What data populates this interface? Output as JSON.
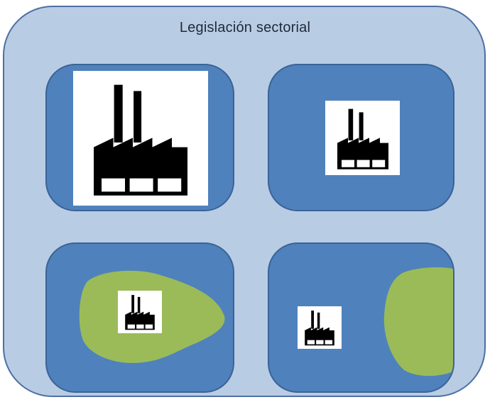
{
  "diagram": {
    "title": "Legislación sectorial",
    "colors": {
      "outer_fill": "#b8cce4",
      "panel_fill": "#4f81bd",
      "land_fill": "#9bbb59",
      "icon_tile": "#ffffff",
      "icon": "#000000"
    },
    "panels": [
      {
        "id": "panel-1",
        "icon": "factory-icon",
        "land": false
      },
      {
        "id": "panel-2",
        "icon": "factory-icon",
        "land": false
      },
      {
        "id": "panel-3",
        "icon": "factory-icon",
        "land": true
      },
      {
        "id": "panel-4",
        "icon": "factory-icon",
        "land": true
      }
    ]
  }
}
